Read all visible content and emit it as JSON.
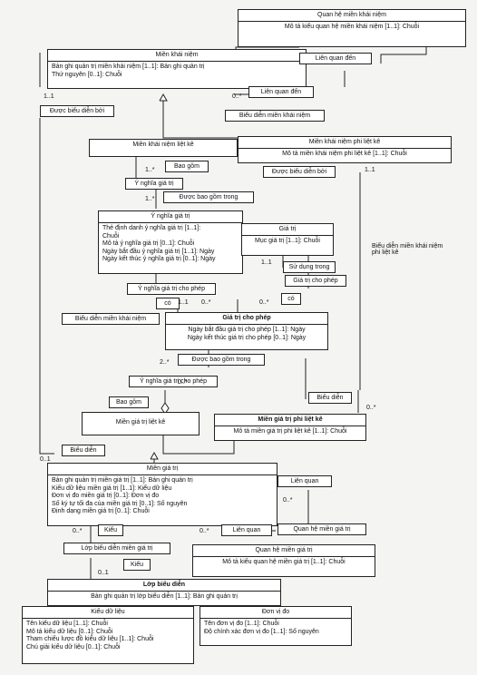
{
  "classes": {
    "quan_he_mien_khai_niem": {
      "title": "Quan hệ miền khái niệm",
      "attrs": [
        "Mô tả kiểu quan hệ miền khái niệm [1..1]: Chuỗi"
      ]
    },
    "mien_khai_niem": {
      "title": "Miền khái niệm",
      "attrs": [
        "Bản ghi quản trị miền khái niệm [1..1]: Bản ghi quản trị",
        "Thứ nguyên [0..1]: Chuỗi"
      ]
    },
    "mien_khai_niem_phi_liet_ke": {
      "title": "Miền khái niệm phi liệt kê",
      "attrs": [
        "Mô tả miền khái niệm phi liệt kê [1..1]: Chuỗi"
      ]
    },
    "mien_khai_niem_liet_ke": {
      "title": "Miền khái niệm liệt kê",
      "attrs": []
    },
    "y_nghia_gia_tri": {
      "title": "Ý nghĩa giá trị",
      "attrs": [
        "Thẻ định danh ý nghĩa giá trị [1..1]:",
        "Chuỗi",
        "Mô tả ý nghĩa giá trị [0..1]: Chuỗi",
        "Ngày bắt đầu ý nghĩa giá trị [1..1]: Ngày",
        "Ngày kết thúc ý nghĩa giá trị [0..1]: Ngày"
      ]
    },
    "gia_tri": {
      "title": "Giá trị",
      "attrs": [
        "Mục giá trị [1..1]: Chuỗi"
      ]
    },
    "gia_tri_cho_phep": {
      "title": "Giá trị cho phép",
      "attrs": [
        "Ngày bắt đầu giá trị cho phép [1..1]: Ngày",
        "Ngày kết thúc giá trị cho phép [0..1]: Ngày"
      ]
    },
    "mien_gia_tri_liet_ke": {
      "title": "Miền giá trị liệt kê",
      "attrs": []
    },
    "mien_gia_tri_phi_liet_ke": {
      "title": "Miền giá trị phi liệt kê",
      "attrs": [
        "Mô tả miền giá trị phi liệt kê [1..1]: Chuỗi"
      ]
    },
    "mien_gia_tri": {
      "title": "Miền giá trị",
      "attrs": [
        "Bản ghi quản trị miền giá trị [1..1]: Bản ghi quản trị",
        "Kiểu dữ liệu miền giá trị [1..1]: Kiểu dữ liệu",
        "Đơn vị đo miền giá trị [0..1]: Đơn vị đo",
        "Số ký tự tối đa của miền giá trị [0..1]: Số nguyên",
        "Định dạng miền giá trị [0..1]: Chuỗi"
      ]
    },
    "quan_he_mien_gia_tri": {
      "title": "Quan hệ miền giá trị",
      "attrs": [
        "Mô tả kiểu quan hệ miền giá trị [1..1]: Chuỗi"
      ]
    },
    "lop_bieu_dien": {
      "title": "Lớp biểu diễn",
      "attrs": [
        "Bản ghi quản trị lớp biểu diễn [1..1]: Bản ghi quản trị"
      ]
    },
    "kieu_du_lieu": {
      "title": "Kiểu dữ liệu",
      "attrs": [
        "Tên kiểu dữ liệu [1..1]: Chuỗi",
        "Mô tả kiểu dữ liệu [0..1]: Chuỗi",
        "Tham chiếu lược đồ kiểu dữ liệu [1..1]: Chuỗi",
        "Chú giải kiểu dữ liệu [0..1]: Chuỗi"
      ]
    },
    "don_vi_do": {
      "title": "Đơn vị đo",
      "attrs": [
        "Tên đơn vị đo [1..1]: Chuỗi",
        "Độ chính xác đơn vị đo [1..1]: Số nguyên"
      ]
    }
  },
  "assoc_labels": {
    "lien_quan_den_1": "Liên quan đến",
    "lien_quan_den_2": "Liên quan đến",
    "duoc_bieu_dien_boi_1": "Được biểu diễn bởi",
    "bieu_dien_mien_khai_niem_1": "Biểu diễn miền khái niệm",
    "bao_gom": "Bao gồm",
    "duoc_bieu_dien_boi_2": "Được biểu diễn bởi",
    "y_nghia_gia_tri_role": "Ý nghĩa giá trị",
    "duoc_bao_gom_trong_1": "Được bao gồm trong",
    "su_dung_trong": "Sử dụng trong",
    "gia_tri_cho_phep_role": "Giá trị cho phép",
    "y_nghia_gia_tri_cho_phep_1": "Ý nghĩa giá trị cho phép",
    "co_1": "có",
    "co_2": "có",
    "bieu_dien_mien_khai_niem_2": "Biểu diễn miền khái niệm",
    "bieu_dien_mien_khai_niem_phi_liet_ke": "Biểu diễn miền khái niệm phi liệt kê",
    "duoc_bao_gom_trong_2": "Được bao gồm trong",
    "y_nghia_gia_tri_cho_phep_2": "Ý nghĩa giá trị cho phép",
    "bao_gom_2": "Bao gồm",
    "bieu_dien_1": "Biểu diễn",
    "bieu_dien_2": "Biểu diễn",
    "lien_quan_1": "Liên quan",
    "lien_quan_2": "Liên quan",
    "kieu_1": "Kiểu",
    "kieu_2": "Kiểu",
    "lop_bieu_dien_mien_gia_tri": "Lớp biểu diễn miền giá trị"
  },
  "multiplicities": {
    "m1": "1..1",
    "m2": "0..*",
    "m3": "1..*",
    "m4": "1..*",
    "m5": "1..1",
    "m6": "1..1",
    "m7": "1..1",
    "m8": "0..*",
    "m9": "0..*",
    "m10": "2..*",
    "m11": "0..*",
    "m12": "0..*",
    "m13": "0..1",
    "m14": "0..*",
    "m15": "0..*",
    "m16": "0..*",
    "m17": "0..1"
  }
}
